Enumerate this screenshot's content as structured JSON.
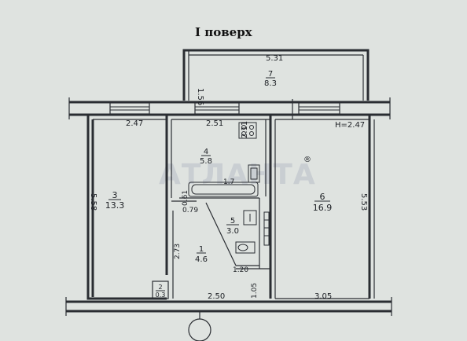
{
  "title": "I поверх",
  "watermark": "АТЛАНТА",
  "watermark_mark": "®",
  "rooms": [
    {
      "id": "3",
      "area": "13.3"
    },
    {
      "id": "4",
      "area": "5.8"
    },
    {
      "id": "5",
      "area": "3.0"
    },
    {
      "id": "6",
      "area": "16.9"
    },
    {
      "id": "7",
      "area": "8.3"
    },
    {
      "id": "1",
      "area": "4.6"
    },
    {
      "id": "2",
      "area": "0.3"
    }
  ],
  "dimensions": {
    "balcony_width": "5.31",
    "balcony_depth": "1.56",
    "room3_width": "2.47",
    "room3_height": "5.58",
    "kitchen_width": "2.51",
    "kitchen_depth": "2.11",
    "room6_width": "H=2.47",
    "room6_height": "5.53",
    "bath_depth": "0.61",
    "bath_width": "1.7",
    "hall_width": "0.79",
    "hall_length": "2.73",
    "wc_width": "1.20",
    "entry_depth": "1.05",
    "bottom_hall": "2.50",
    "bottom_room6": "3.05"
  },
  "colors": {
    "background": "#dfe3e0",
    "lines": "#2a2d32"
  }
}
